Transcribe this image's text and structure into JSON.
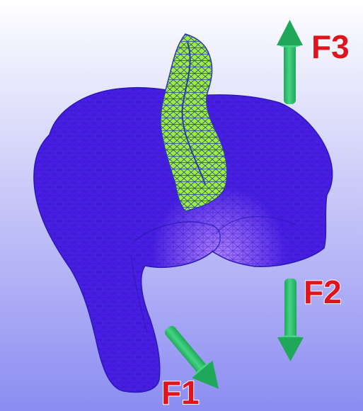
{
  "figure": {
    "colors": {
      "background_top": "#ffffff",
      "background_bottom": "#8c8cf2",
      "organ_fill": "#4a1ee6",
      "organ_mesh": "#2a18b8",
      "organ_highlight": "#b07cff",
      "ligament_fill": "#9cf03a",
      "ligament_mesh": "#2b3ab0",
      "arrow_green": "#1fa85a",
      "arrow_green_light": "#45d484",
      "label_red": "#e0141e"
    },
    "forces": [
      {
        "label": "F1",
        "direction": "down-right",
        "icon": "arrow-down-right-icon"
      },
      {
        "label": "F2",
        "direction": "down",
        "icon": "arrow-down-icon"
      },
      {
        "label": "F3",
        "direction": "up",
        "icon": "arrow-up-icon"
      }
    ]
  }
}
